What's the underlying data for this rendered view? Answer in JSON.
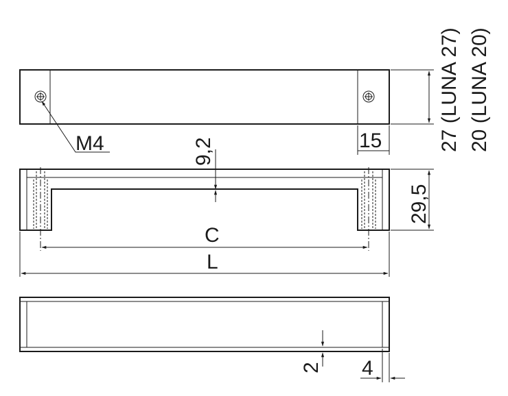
{
  "labels": {
    "thread": "M4",
    "end_width": "15",
    "height_27": "27 (LUNA 27)",
    "height_20": "20 (LUNA 20)",
    "bar_thickness": "9,2",
    "depth": "29,5",
    "center_distance": "C",
    "length": "L",
    "wall": "2",
    "edge": "4"
  },
  "colors": {
    "stroke": "#1a1a1a",
    "background": "#ffffff"
  }
}
